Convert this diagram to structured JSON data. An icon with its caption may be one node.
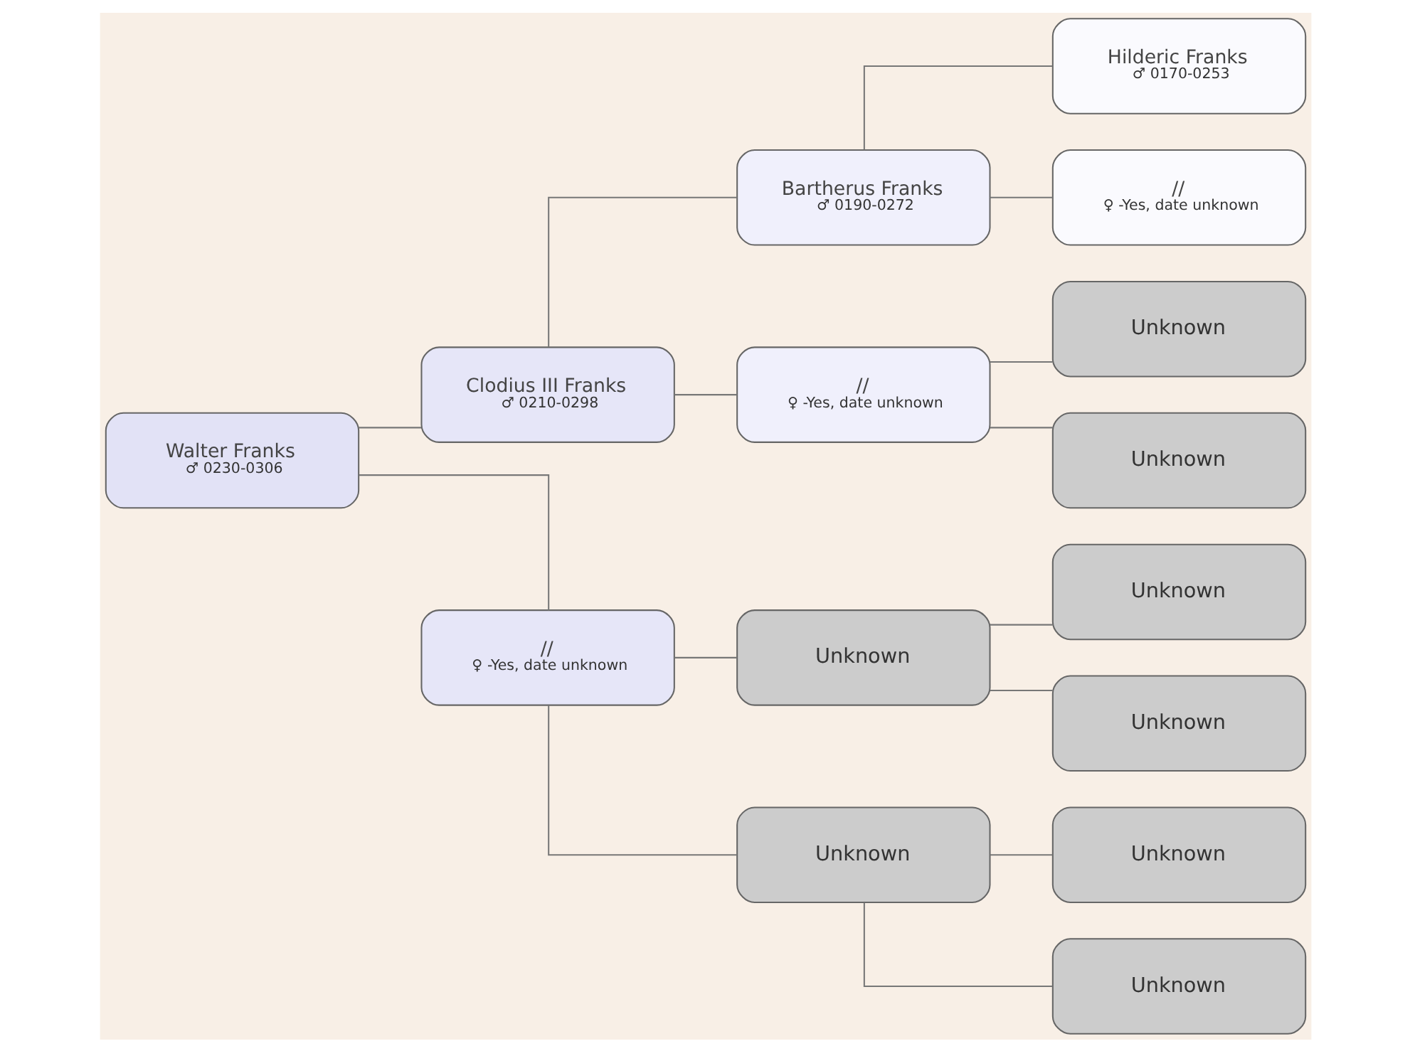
{
  "diagram": {
    "nodes": [
      {
        "text": [
          "Walter Franks",
          "♂ 0230-0306"
        ]
      },
      {
        "text": [
          "Clodius III Franks",
          "♂ 0210-0298"
        ]
      },
      {
        "text": [
          "//",
          "♀ -Yes, date unknown"
        ]
      },
      {
        "text": [
          "Bartherus Franks",
          "♂ 0190-0272"
        ]
      },
      {
        "text": [
          "//",
          "♀ -Yes, date unknown"
        ]
      },
      {
        "text": [
          "Unknown"
        ]
      },
      {
        "text": [
          "Unknown"
        ]
      },
      {
        "text": [
          "Hilderic Franks",
          "♂ 0170-0253"
        ]
      },
      {
        "text": [
          "//",
          "♀ -Yes, date unknown"
        ]
      },
      {
        "text": [
          "Unknown"
        ]
      },
      {
        "text": [
          "Unknown"
        ]
      },
      {
        "text": [
          "Unknown"
        ]
      },
      {
        "text": [
          "Unknown"
        ]
      },
      {
        "text": [
          "Unknown"
        ]
      },
      {
        "text": [
          "Unknown"
        ]
      }
    ],
    "edges": [
      {
        "from": 0,
        "to": 1,
        "arrow": "none"
      },
      {
        "from": 0,
        "to": 2,
        "arrow": "none"
      },
      {
        "from": 1,
        "to": 3,
        "arrow": "none"
      },
      {
        "from": 1,
        "to": 4,
        "arrow": "none"
      },
      {
        "from": 2,
        "to": 5,
        "arrow": "none"
      },
      {
        "from": 2,
        "to": 6,
        "arrow": "none"
      },
      {
        "from": 3,
        "to": 7,
        "arrow": "none"
      },
      {
        "from": 3,
        "to": 8,
        "arrow": "none"
      },
      {
        "from": 4,
        "to": 9,
        "arrow": "none"
      },
      {
        "from": 4,
        "to": 10,
        "arrow": "none"
      },
      {
        "from": 5,
        "to": 11,
        "arrow": "none"
      },
      {
        "from": 5,
        "to": 12,
        "arrow": "none"
      },
      {
        "from": 6,
        "to": 13,
        "arrow": "none"
      },
      {
        "from": 6,
        "to": 14,
        "arrow": "none"
      }
    ]
  }
}
